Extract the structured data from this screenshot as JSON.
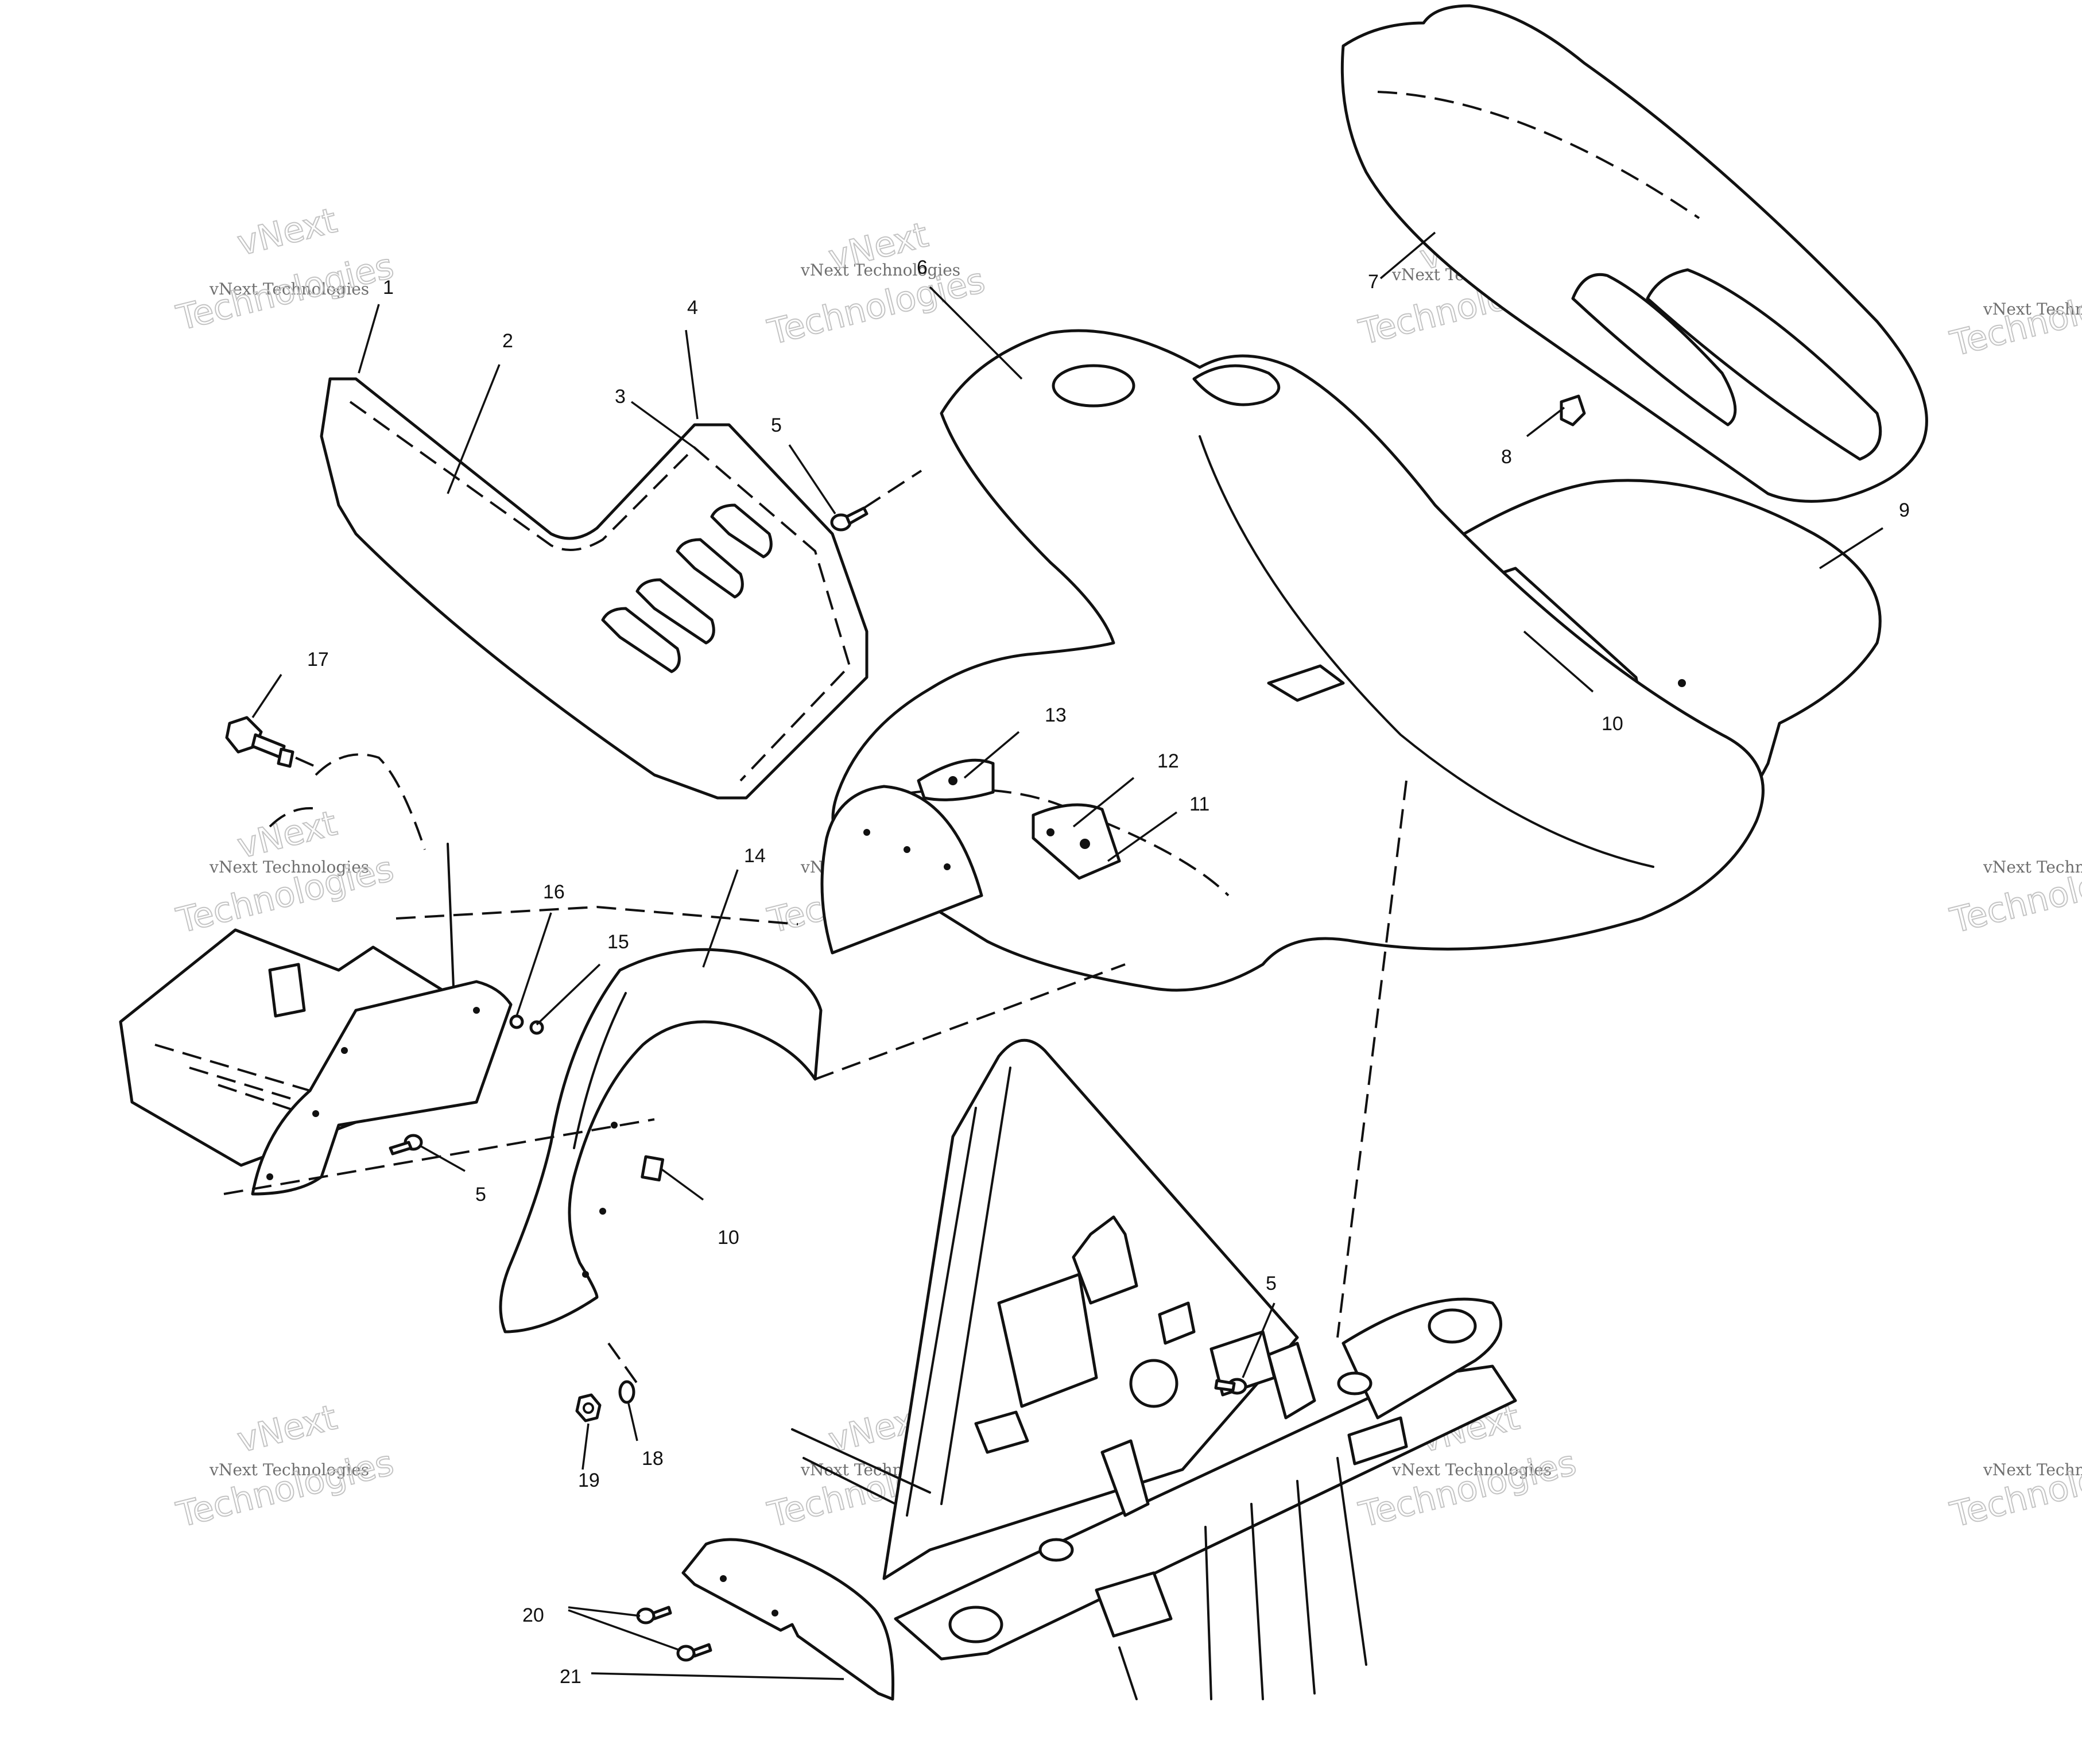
{
  "diagram": {
    "callouts": [
      "1",
      "2",
      "3",
      "4",
      "5",
      "6",
      "7",
      "8",
      "9",
      "10",
      "11",
      "12",
      "13",
      "14",
      "15",
      "16",
      "17",
      "5",
      "10",
      "5",
      "18",
      "19",
      "20",
      "21"
    ]
  },
  "watermark": {
    "line1": "vNext Technologies",
    "line2": "vNext",
    "line3": "Technologies",
    "partial_line1": "vNext Techn",
    "partial_line3": "Technolo"
  }
}
